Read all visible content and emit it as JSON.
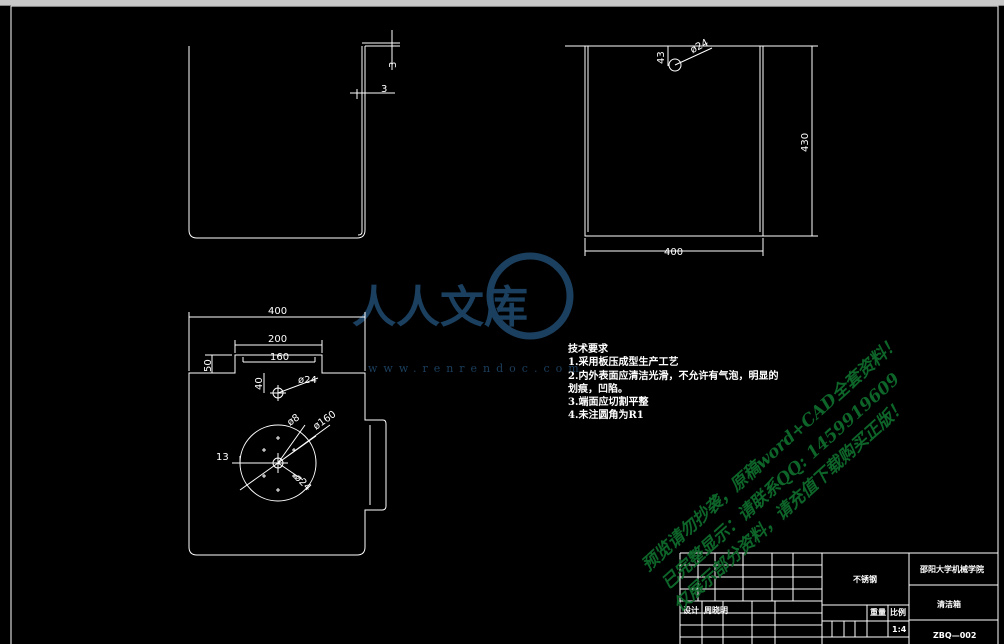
{
  "view_top": {
    "dim_thickness_a": "3",
    "dim_thickness_b": "3"
  },
  "view_side": {
    "dim_width": "400",
    "dim_height": "430",
    "dim_hole_dia": "ø24",
    "dim_hole_offset": "43"
  },
  "view_flat": {
    "dim_width": "400",
    "dim_tab_outer": "200",
    "dim_tab_inner": "160",
    "dim_tab_height": "50",
    "dim_hole_offset": "40",
    "dim_hole_dia": "ø24",
    "dim_small_hole": "ø8",
    "dim_circle": "ø160",
    "dim_offset": "13",
    "dim_center_hole": "ø24"
  },
  "tech_requirements": {
    "title": "技术要求",
    "lines": [
      "1.采用板压成型生产工艺",
      "2.内外表面应清洁光滑，不允许有气泡，明显的",
      "划痕，凹陷。",
      "3.端面应切割平整",
      "4.未注圆角为R1"
    ]
  },
  "title_block": {
    "material": "不锈钢",
    "school": "邵阳大学机械学院",
    "part_name": "清洁箱",
    "design_label": "设计",
    "designer": "周晓明",
    "weight_label": "重量",
    "scale_label": "比例",
    "scale": "1:4",
    "drawing_no": "ZBQ—002"
  },
  "watermark": {
    "logo": "人人文库",
    "url": "www.renrendoc.com",
    "lines": [
      "预览请勿抄袭，原稿word+CAD全套资料！",
      "已完整显示：请联系QQ: 1459919609",
      "仅展示部分资料，请充值下载购买正版！"
    ]
  },
  "colors": {
    "background": "#000000",
    "lines": "#ffffff",
    "watermark_green": "#0f6b2c",
    "logo_blue": "#1b3f5e"
  }
}
